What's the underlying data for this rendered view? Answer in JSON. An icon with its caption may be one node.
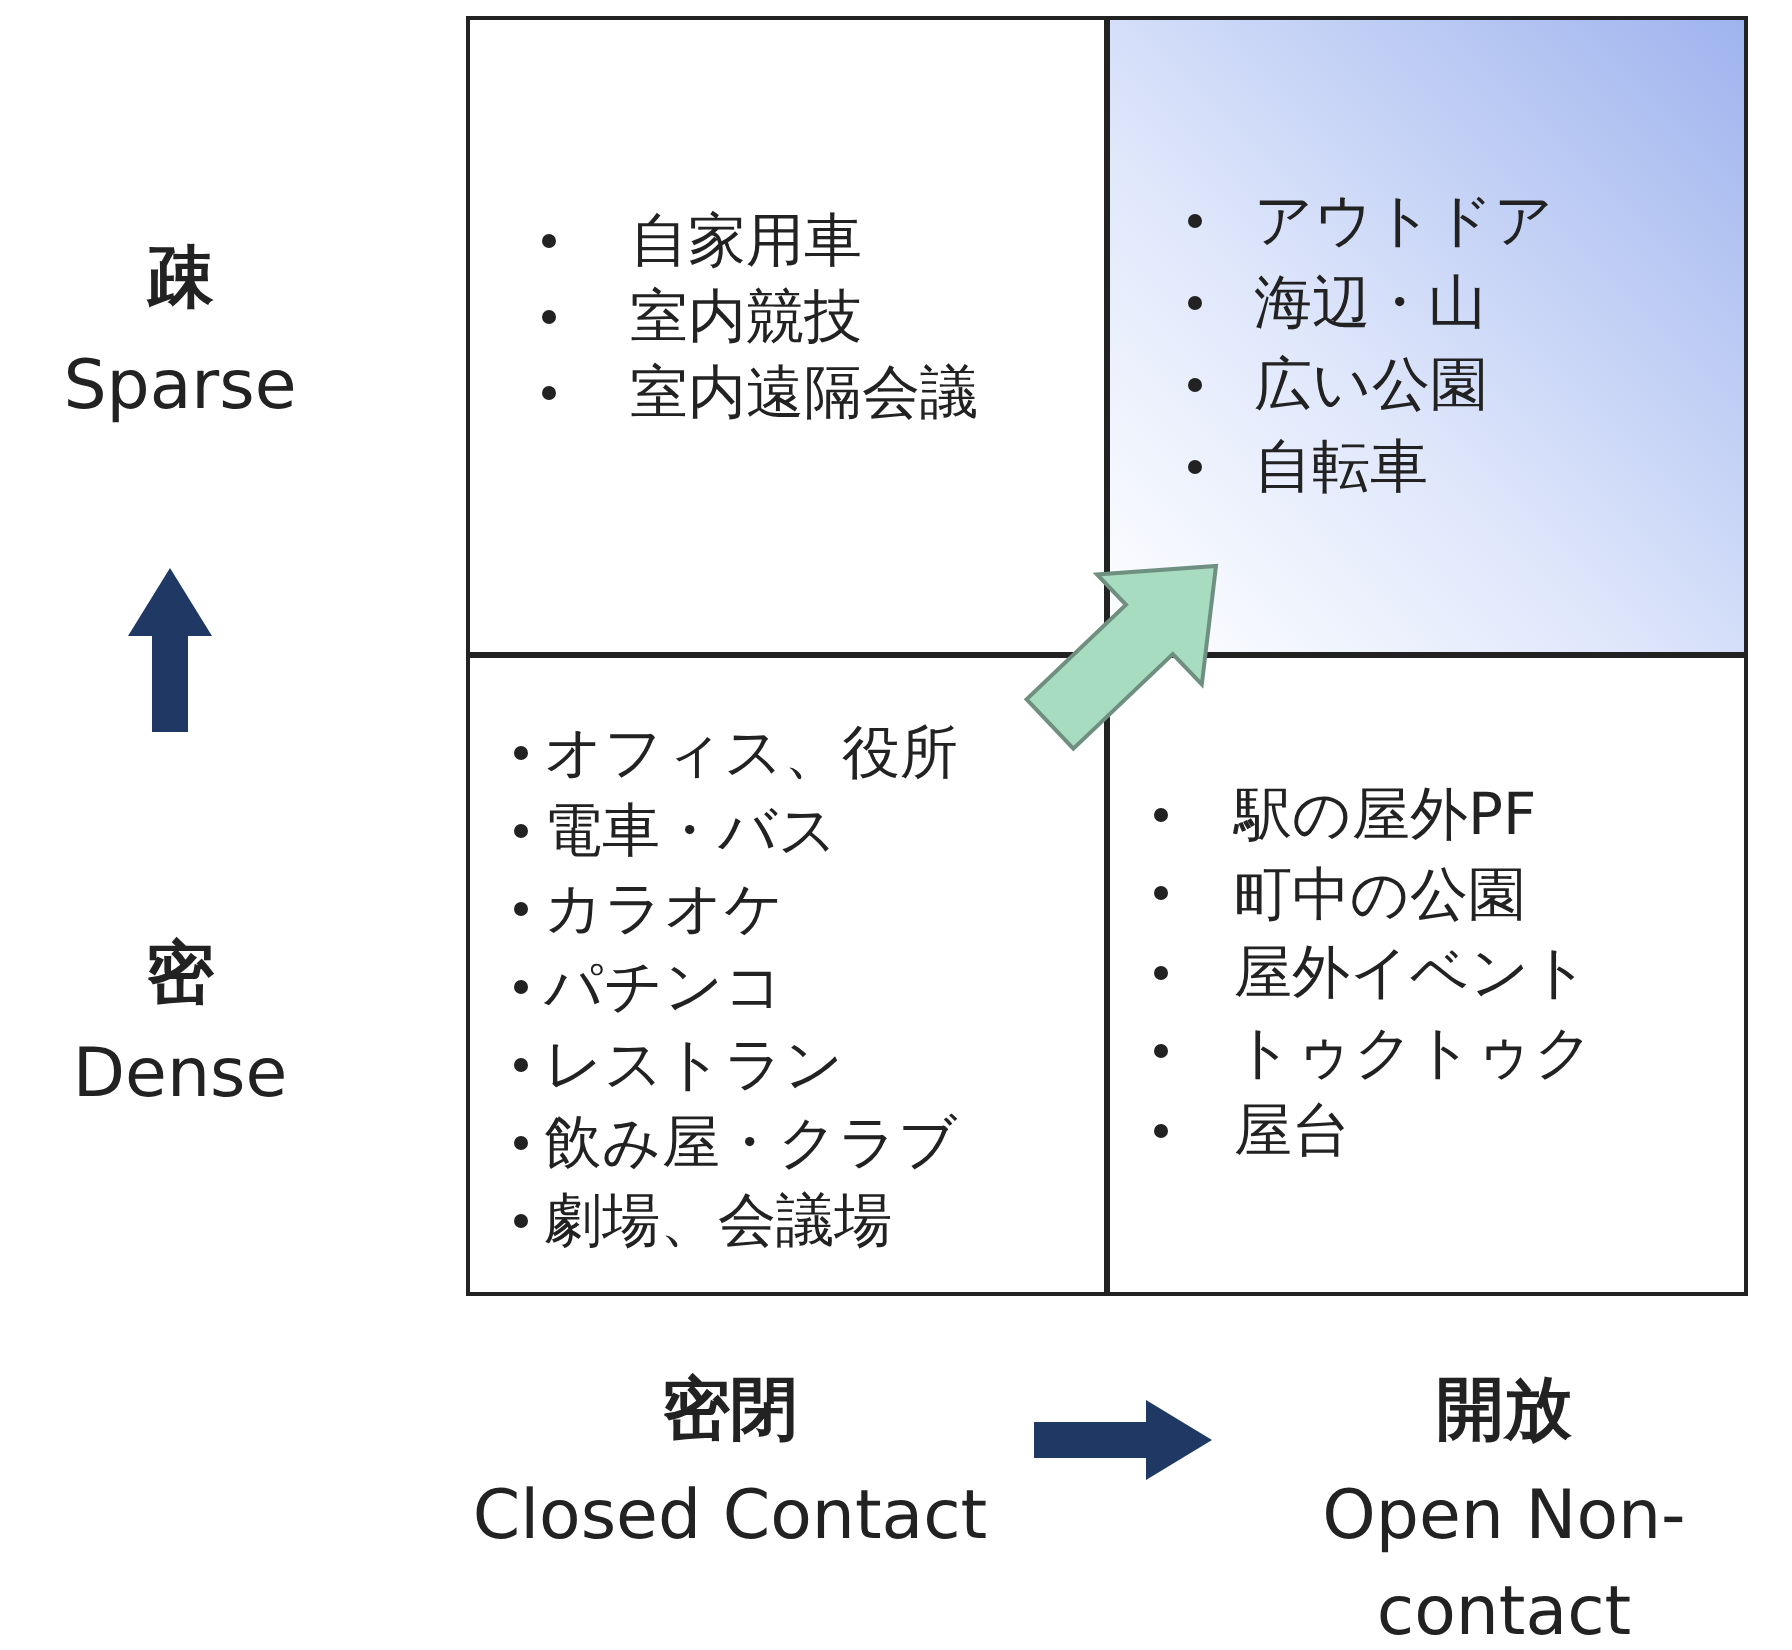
{
  "diagram": {
    "nodes": [
      {
        "text": [
          "自家用車",
          "室内競技",
          "室内遠隔会議"
        ]
      },
      {
        "text": [
          "アウトドア",
          "海辺・山",
          "広い公園",
          "自転車"
        ]
      },
      {
        "text": [
          "オフィス、役所",
          "電車・バス",
          "カラオケ",
          "パチンコ",
          "レストラン",
          "飲み屋・クラブ",
          "劇場、会議場"
        ]
      },
      {
        "text": [
          "駅の屋外PF",
          "町中の公園",
          "屋外イベント",
          "トゥクトゥク",
          "屋台"
        ]
      }
    ],
    "edges": [
      {
        "from": 2,
        "to": 1,
        "arrow": "to",
        "style": "thick",
        "color": "#a8dcc0"
      }
    ],
    "labels": [
      "疎",
      "Sparse",
      "密",
      "Dense",
      "密閉",
      "Closed Contact",
      "開放",
      "Open Non-contact"
    ]
  }
}
